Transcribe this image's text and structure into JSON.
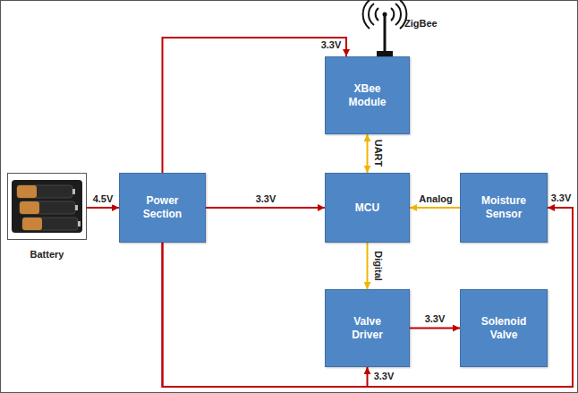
{
  "diagram": {
    "nodes": [
      {
        "text": [
          "Battery"
        ]
      },
      {
        "text": [
          "Power Section"
        ]
      },
      {
        "text": [
          "XBee Module"
        ]
      },
      {
        "text": [
          "MCU"
        ]
      },
      {
        "text": [
          "Moisture Sensor"
        ]
      },
      {
        "text": [
          "Valve Driver"
        ]
      },
      {
        "text": [
          "Solenoid Valve"
        ]
      }
    ],
    "edges": [
      {
        "from": 0,
        "to": 1,
        "label": "4.5V",
        "arrow": "to"
      },
      {
        "from": 1,
        "to": 2,
        "label": "3.3V",
        "arrow": "to"
      },
      {
        "from": 1,
        "to": 3,
        "label": "3.3V",
        "arrow": "to"
      },
      {
        "from": 1,
        "to": 4,
        "label": "3.3V",
        "arrow": "to"
      },
      {
        "from": 1,
        "to": 5,
        "label": "3.3V",
        "arrow": "to"
      },
      {
        "from": 2,
        "to": 3,
        "label": "UART",
        "arrow": "both"
      },
      {
        "from": 4,
        "to": 3,
        "label": "Analog",
        "arrow": "to"
      },
      {
        "from": 3,
        "to": 5,
        "label": "Digital",
        "arrow": "to"
      },
      {
        "from": 5,
        "to": 6,
        "label": "3.3V",
        "arrow": "to"
      }
    ],
    "labels": [
      "ZigBee"
    ]
  }
}
